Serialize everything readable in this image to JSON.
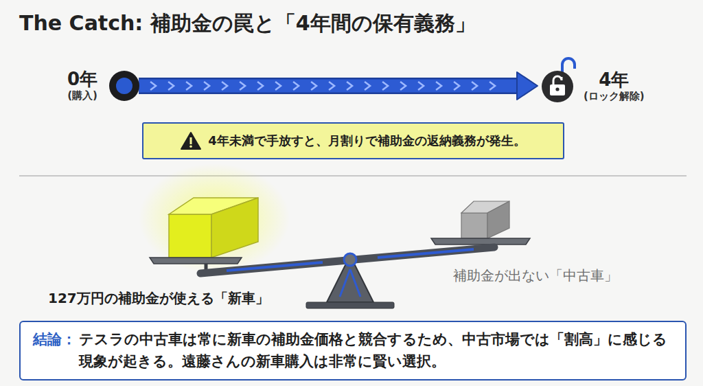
{
  "diagram": {
    "title": "The Catch: 補助金の罠と「4年間の保有義務」",
    "nodes": [
      {
        "text": [
          "0年",
          "(購入)"
        ]
      },
      {
        "text": [
          "4年",
          "(ロック解除)"
        ]
      },
      {
        "text": [
          "4年未満で手放すと、月割りで補助金の返納義務が発生。"
        ]
      },
      {
        "text": [
          "結論：",
          "テスラの中古車は常に新車の補助金価格と競合するため、中古市場では「割高」に感じる現象が起きる。遠藤さんの新車購入は非常に賢い選択。"
        ]
      }
    ],
    "edges": [
      {
        "from": 0,
        "to": 1,
        "arrow": "to"
      }
    ],
    "labels": [
      "127万円の補助金が使える「新車」",
      "補助金が出ない「中古車」"
    ]
  }
}
